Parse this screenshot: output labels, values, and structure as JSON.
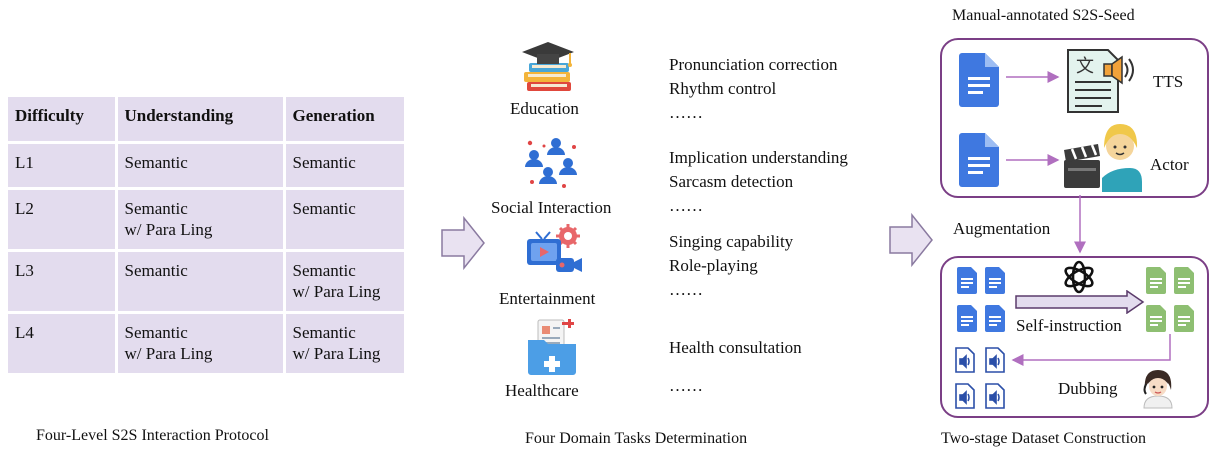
{
  "protocol": {
    "headers": [
      "Difficulty",
      "Understanding",
      "Generation"
    ],
    "rows": [
      {
        "level": "L1",
        "understanding": [
          "Semantic"
        ],
        "generation": [
          "Semantic"
        ]
      },
      {
        "level": "L2",
        "understanding": [
          "Semantic",
          "w/ Para Ling"
        ],
        "generation": [
          "Semantic"
        ]
      },
      {
        "level": "L3",
        "understanding": [
          "Semantic"
        ],
        "generation": [
          "Semantic",
          "w/ Para Ling"
        ]
      },
      {
        "level": "L4",
        "understanding": [
          "Semantic",
          "w/ Para Ling"
        ],
        "generation": [
          "Semantic",
          "w/ Para Ling"
        ]
      }
    ],
    "caption": "Four-Level S2S Interaction Protocol"
  },
  "domains": {
    "caption": "Four Domain Tasks Determination",
    "items": [
      {
        "name": "Education",
        "icon": "graduation-cap-books-icon",
        "tasks": [
          "Pronunciation correction",
          "Rhythm control"
        ],
        "more": "……"
      },
      {
        "name": "Social Interaction",
        "icon": "people-network-icon",
        "tasks": [
          "Implication understanding",
          "Sarcasm detection"
        ],
        "more": "……"
      },
      {
        "name": "Entertainment",
        "icon": "tv-camera-gear-icon",
        "tasks": [
          "Singing capability",
          "Role-playing"
        ],
        "more": "……"
      },
      {
        "name": "Healthcare",
        "icon": "medical-folder-icon",
        "tasks": [
          "Health consultation"
        ],
        "more": "……"
      }
    ]
  },
  "construction": {
    "title": "Manual-annotated S2S-Seed",
    "tts": "TTS",
    "actor": "Actor",
    "augmentation": "Augmentation",
    "self_instruction": "Self-instruction",
    "dubbing": "Dubbing",
    "caption": "Two-stage Dataset Construction"
  },
  "colors": {
    "table_fill": "#e3dcee",
    "panel_border": "#7b3f86",
    "connector": "#b06fbf",
    "doc_blue": "#3f78e0",
    "doc_green": "#8ebf72"
  }
}
